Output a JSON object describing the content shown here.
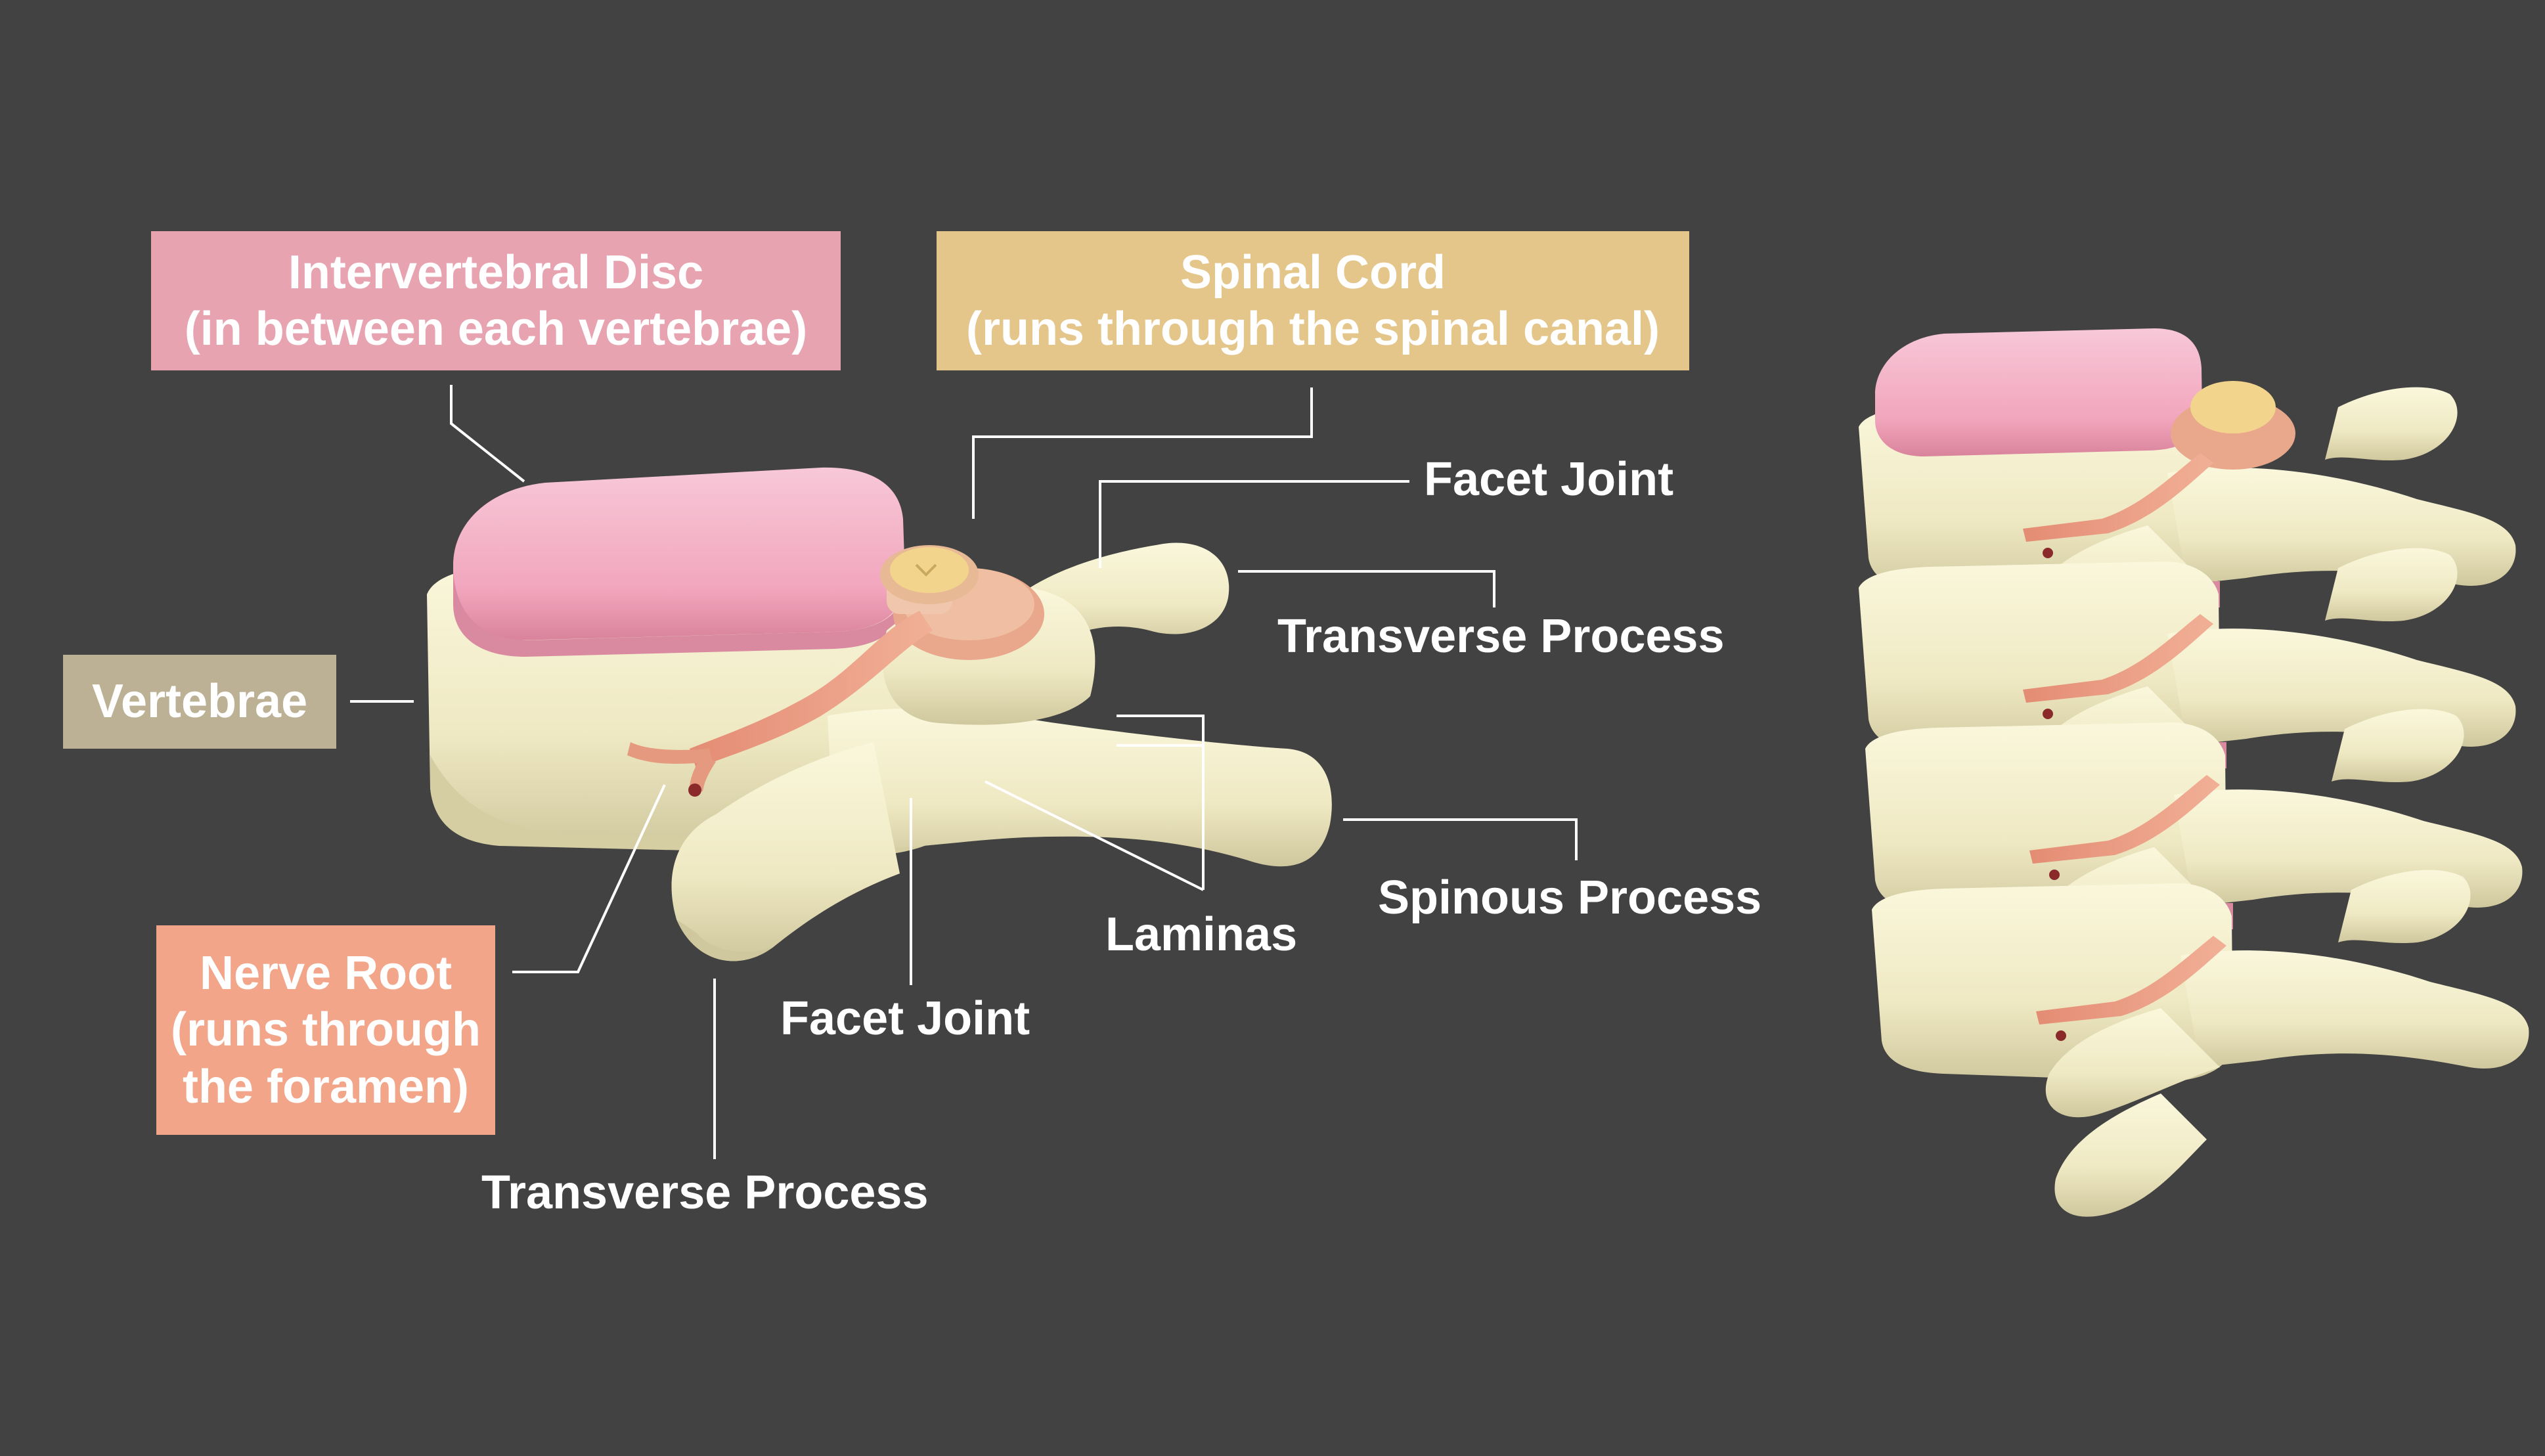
{
  "colors": {
    "background": "#424242",
    "disc_box": "#e8a3b1",
    "cord_box": "#e4c68b",
    "vertebrae_box": "#bcb195",
    "nerve_box": "#f2a589",
    "bone": "#f0ebc5",
    "disc": "#f3a8c0",
    "nerve": "#e59a7f",
    "cord": "#eed28e",
    "leader": "#ffffff"
  },
  "labels": {
    "disc_title": "Intervertebral Disc",
    "disc_sub": "(in between each vertebrae)",
    "cord_title": "Spinal Cord",
    "cord_sub": "(runs through the spinal canal)",
    "vertebrae": "Vertebrae",
    "nerve_line1": "Nerve Root",
    "nerve_line2": "(runs through",
    "nerve_line3": "the foramen)",
    "facet_joint_top": "Facet Joint",
    "transverse_process_right": "Transverse Process",
    "spinous_process": "Spinous Process",
    "laminas": "Laminas",
    "facet_joint_bottom": "Facet Joint",
    "transverse_process_bottom": "Transverse Process"
  },
  "icons": {
    "single_vertebra": "vertebra-illustration",
    "spine_stack": "spine-stack-illustration"
  }
}
